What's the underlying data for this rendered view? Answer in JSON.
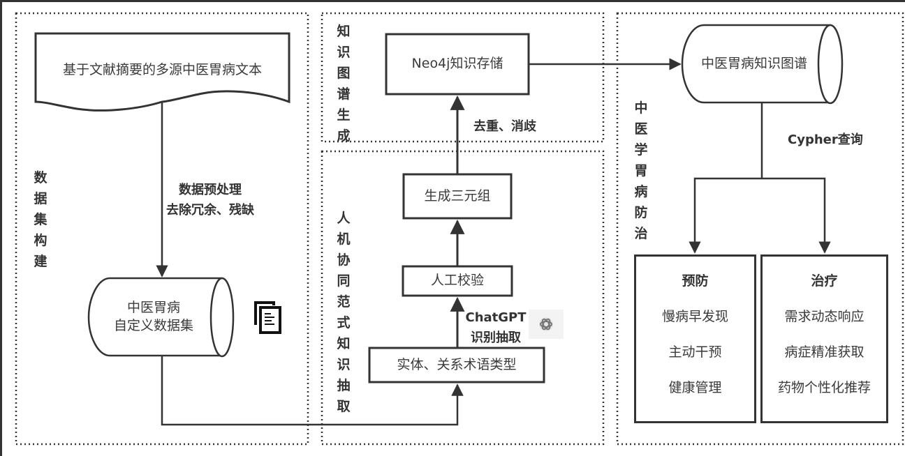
{
  "panels": {
    "dataset": {
      "label": "数据集构建"
    },
    "kg_generation": {
      "label": "知识图谱生成"
    },
    "extraction": {
      "label": "人机协同范式知识抽取"
    },
    "prevention_treatment": {
      "label": "中医学胃病防治"
    }
  },
  "nodes": {
    "source_text": "基于文献摘要的多源中医胃病文本",
    "custom_dataset": {
      "line1": "中医胃病",
      "line2": "自定义数据集"
    },
    "entity_types": "实体、关系术语类型",
    "manual_check": "人工校验",
    "triples": "生成三元组",
    "neo4j": "Neo4j知识存储",
    "tcm_kg": "中医胃病知识图谱"
  },
  "edges": {
    "preprocess": {
      "line1": "数据预处理",
      "line2": "去除冗余、残缺"
    },
    "chatgpt": {
      "line1": "ChatGPT",
      "line2": "识别抽取"
    },
    "dedup": "去重、消歧",
    "cypher": "Cypher查询"
  },
  "outcomes": {
    "prevention": {
      "title": "预防",
      "items": [
        "慢病早发现",
        "主动干预",
        "健康管理"
      ]
    },
    "treatment": {
      "title": "治疗",
      "items": [
        "需求动态响应",
        "病症精准获取",
        "药物个性化推荐"
      ]
    }
  },
  "icons": {
    "dataset_icon": "documents-icon",
    "chatgpt_icon": "openai-logo-icon"
  },
  "colors": {
    "stroke": "#333333",
    "text": "#3a3a3a",
    "background": "#ffffff"
  }
}
